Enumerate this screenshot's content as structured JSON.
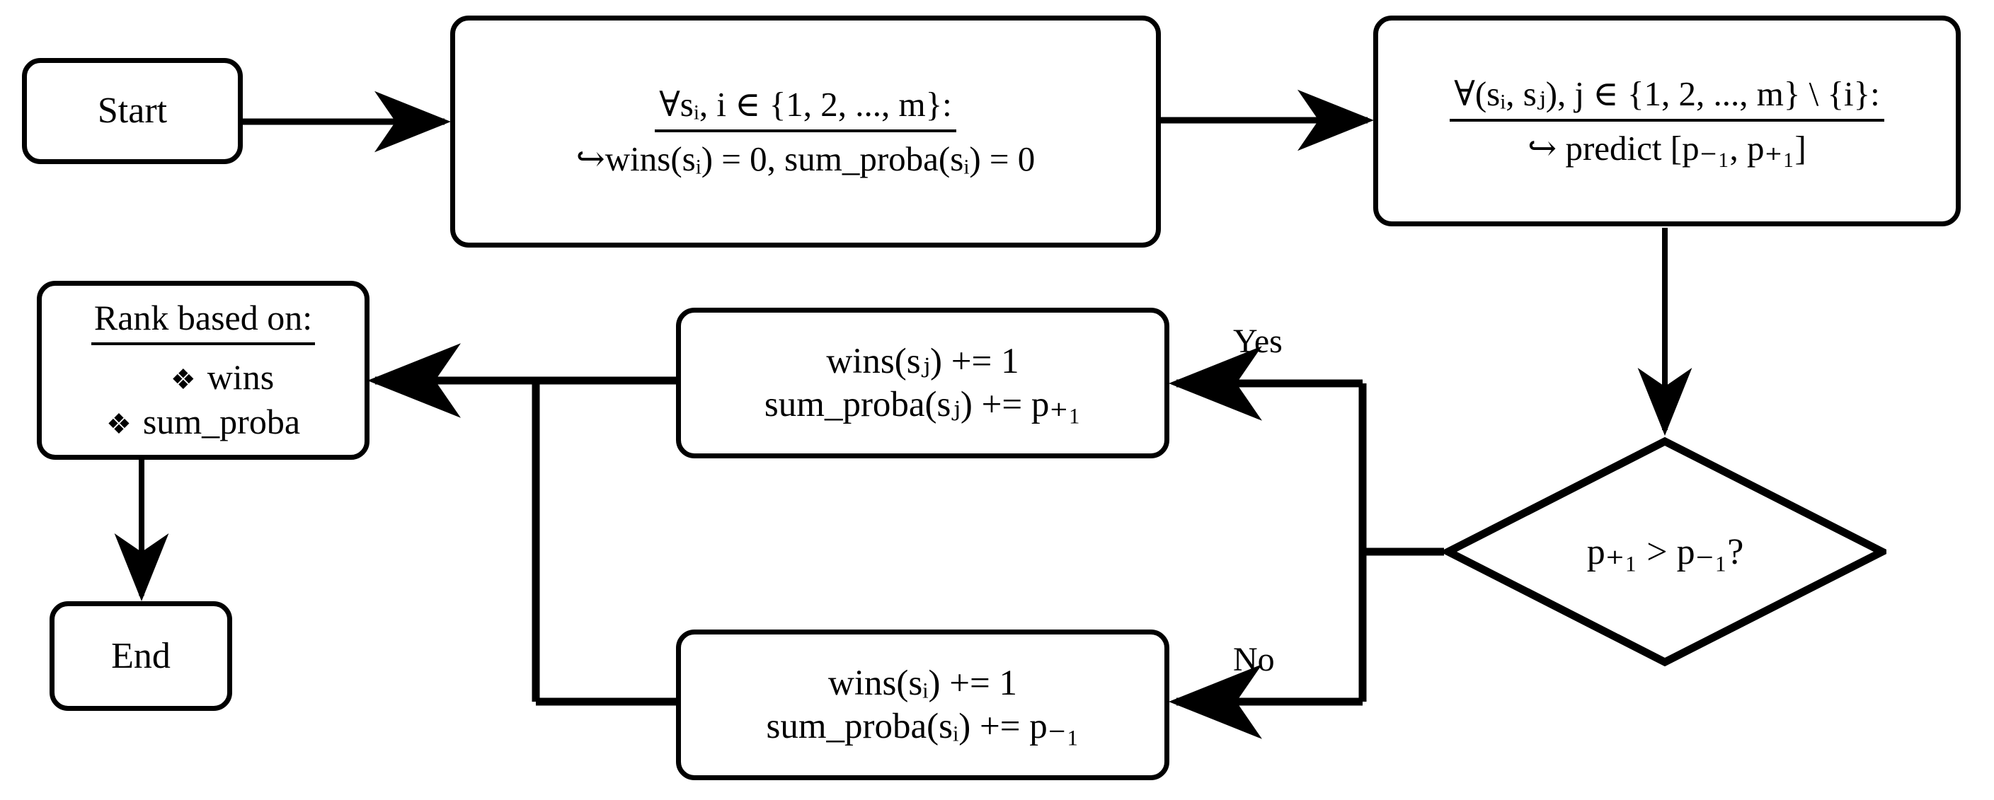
{
  "diagram": {
    "title": "Pairwise ranking flowchart",
    "background": "#ffffff",
    "stroke": "#000000"
  },
  "nodes": {
    "start": {
      "label": "Start",
      "shape": "terminator"
    },
    "end": {
      "label": "End",
      "shape": "terminator"
    },
    "init": {
      "shape": "process",
      "line1": "∀sᵢ, i ∈ {1, 2, ..., m}:",
      "line2": "↪wins(sᵢ) = 0, sum_proba(sᵢ) = 0"
    },
    "predict": {
      "shape": "process",
      "line1": "∀(sᵢ, sⱼ), j ∈ {1, 2, ..., m} \\ {i}:",
      "line2": "↪ predict [p₋₁, p₊₁]"
    },
    "decision": {
      "shape": "diamond",
      "label": "p₊₁ > p₋₁?"
    },
    "win_j": {
      "shape": "process",
      "line1": "wins(sⱼ) += 1",
      "line2": "sum_proba(sⱼ) += p₊₁"
    },
    "win_i": {
      "shape": "process",
      "line1": "wins(sᵢ) += 1",
      "line2": "sum_proba(sᵢ) += p₋₁"
    },
    "rank": {
      "shape": "process",
      "title": "Rank based on:",
      "bullet_glyph": "❖",
      "bullets": [
        "wins",
        "sum_proba"
      ]
    }
  },
  "edges": [
    {
      "from": "start",
      "to": "init",
      "label": ""
    },
    {
      "from": "init",
      "to": "predict",
      "label": ""
    },
    {
      "from": "predict",
      "to": "decision",
      "label": ""
    },
    {
      "from": "decision",
      "to": "win_j",
      "label": "Yes"
    },
    {
      "from": "decision",
      "to": "win_i",
      "label": "No"
    },
    {
      "from": "win_j",
      "to": "rank",
      "label": ""
    },
    {
      "from": "win_i",
      "to": "rank",
      "label": ""
    },
    {
      "from": "rank",
      "to": "end",
      "label": ""
    }
  ],
  "edge_labels": {
    "yes": "Yes",
    "no": "No"
  }
}
